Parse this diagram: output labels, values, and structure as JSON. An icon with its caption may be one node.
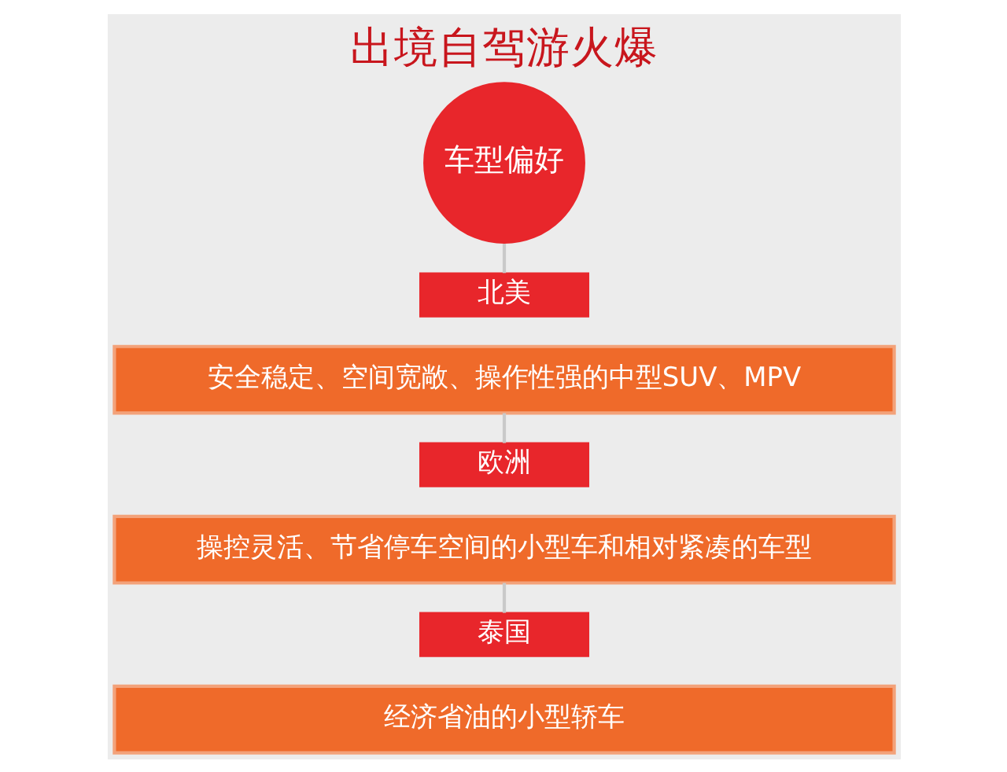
{
  "diagram": {
    "title": "出境自驾游火爆",
    "nodes": [
      {
        "text": [
          "车型偏好"
        ]
      },
      {
        "text": [
          "北美"
        ]
      },
      {
        "text": [
          "安全稳定、空间宽敞、操作性强的中型SUV、MPV"
        ]
      },
      {
        "text": [
          "欧洲"
        ]
      },
      {
        "text": [
          "操控灵活、节省停车空间的小型车和相对紧凑的车型"
        ]
      },
      {
        "text": [
          "泰国"
        ]
      },
      {
        "text": [
          "经济省油的小型轿车"
        ]
      }
    ],
    "edges": [
      {
        "from": 0,
        "to": 1,
        "arrow": "none"
      },
      {
        "from": 2,
        "to": 3,
        "arrow": "none"
      },
      {
        "from": 4,
        "to": 5,
        "arrow": "none"
      }
    ]
  }
}
